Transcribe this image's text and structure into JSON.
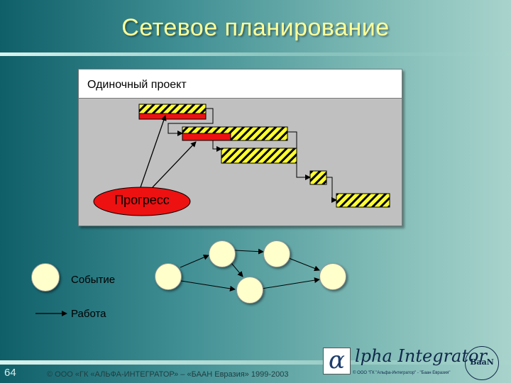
{
  "title": "Сетевое планирование",
  "gantt": {
    "header": "Одиночный проект",
    "progress_label": "Прогресс"
  },
  "legend": {
    "event_label": "Событие",
    "work_label": "Работа"
  },
  "footer": {
    "page_number": "64",
    "copyright": "© ООО «ГК «АЛЬФА-ИНТЕГРАТОР» – «БААН Евразия» 1999-2003",
    "logo_alpha": "α",
    "logo_text": "lpha Integrator",
    "logo_small": "© ООО \"ГК \"Альфа-Интегратор\" - \"Баан Евразия\"",
    "seal_text": "BaaN"
  },
  "colors": {
    "title": "#ffff99",
    "bar_fill": "#ffff33",
    "bar_progress": "#ee1111",
    "progress_ellipse": "#ee1111",
    "node_fill": "#ffffcc"
  },
  "icons": {
    "alpha_logo": "alpha-logo-icon",
    "baan_seal": "baan-seal-icon"
  }
}
